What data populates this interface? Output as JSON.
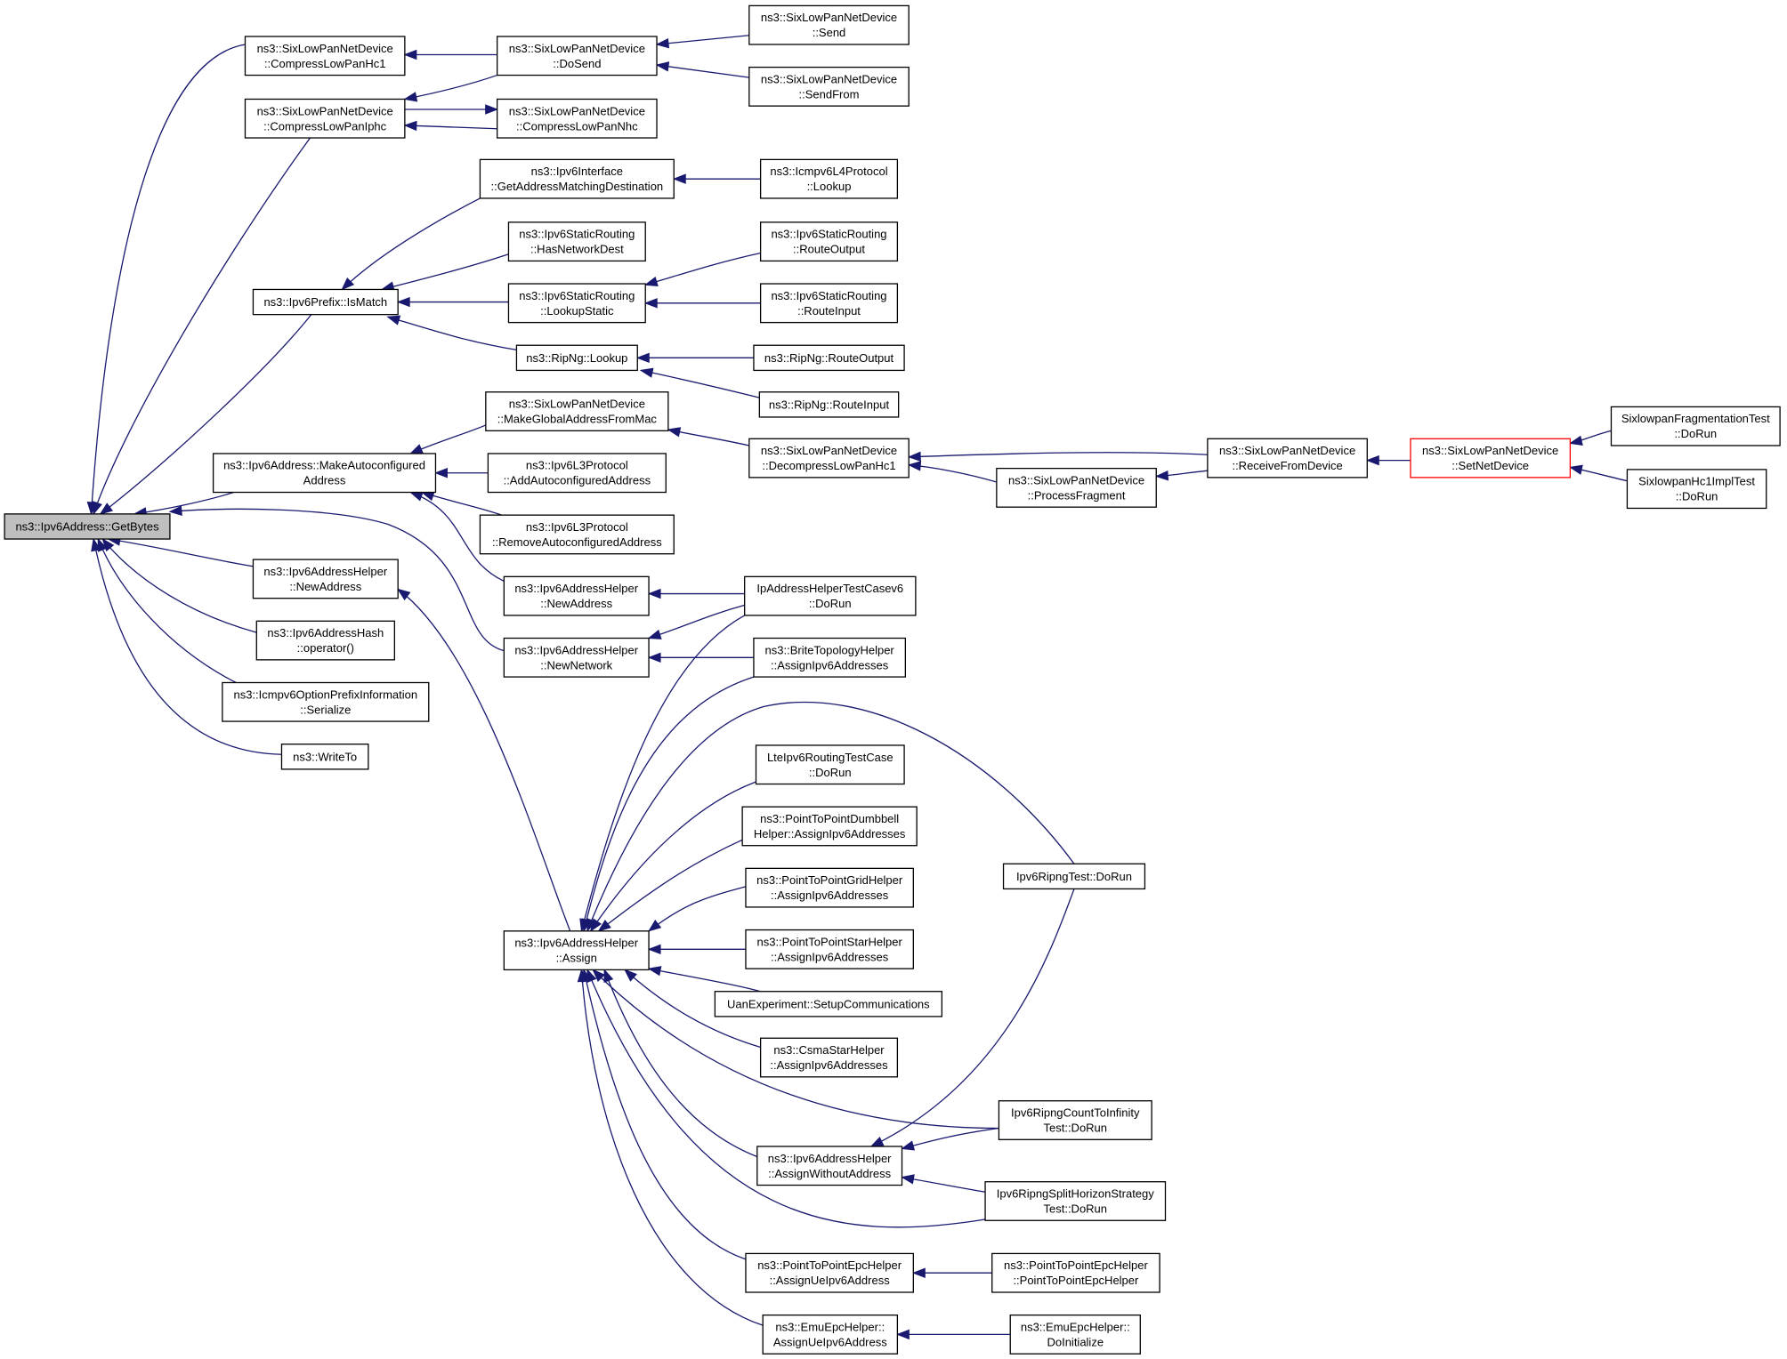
{
  "colors": {
    "edge": "#191970",
    "root_fill": "#bfbfbf",
    "highlight_border": "#ff0000"
  },
  "nodes": [
    {
      "id": "getbytes",
      "lines": [
        "ns3::Ipv6Address::GetBytes"
      ],
      "style": "root"
    },
    {
      "id": "compresshc1",
      "lines": [
        "ns3::SixLowPanNetDevice",
        "::CompressLowPanHc1"
      ]
    },
    {
      "id": "compressiphc",
      "lines": [
        "ns3::SixLowPanNetDevice",
        "::CompressLowPanIphc"
      ]
    },
    {
      "id": "ismatch",
      "lines": [
        "ns3::Ipv6Prefix::IsMatch"
      ]
    },
    {
      "id": "makeautoconf",
      "lines": [
        "ns3::Ipv6Address::MakeAutoconfigured",
        "Address"
      ]
    },
    {
      "id": "helper_newaddr1",
      "lines": [
        "ns3::Ipv6AddressHelper",
        "::NewAddress"
      ]
    },
    {
      "id": "hash_op",
      "lines": [
        "ns3::Ipv6AddressHash",
        "::operator()"
      ]
    },
    {
      "id": "icmp_serialize",
      "lines": [
        "ns3::Icmpv6OptionPrefixInformation",
        "::Serialize"
      ]
    },
    {
      "id": "writeto",
      "lines": [
        "ns3::WriteTo"
      ]
    },
    {
      "id": "dosend",
      "lines": [
        "ns3::SixLowPanNetDevice",
        "::DoSend"
      ]
    },
    {
      "id": "compressnhc",
      "lines": [
        "ns3::SixLowPanNetDevice",
        "::CompressLowPanNhc"
      ]
    },
    {
      "id": "getaddrmatch",
      "lines": [
        "ns3::Ipv6Interface",
        "::GetAddressMatchingDestination"
      ]
    },
    {
      "id": "hasnetdest",
      "lines": [
        "ns3::Ipv6StaticRouting",
        "::HasNetworkDest"
      ]
    },
    {
      "id": "lookupstatic",
      "lines": [
        "ns3::Ipv6StaticRouting",
        "::LookupStatic"
      ]
    },
    {
      "id": "ripng_lookup",
      "lines": [
        "ns3::RipNg::Lookup"
      ]
    },
    {
      "id": "makeglobal",
      "lines": [
        "ns3::SixLowPanNetDevice",
        "::MakeGlobalAddressFromMac"
      ]
    },
    {
      "id": "addautoconf",
      "lines": [
        "ns3::Ipv6L3Protocol",
        "::AddAutoconfiguredAddress"
      ]
    },
    {
      "id": "removeautoconf",
      "lines": [
        "ns3::Ipv6L3Protocol",
        "::RemoveAutoconfiguredAddress"
      ]
    },
    {
      "id": "helper_newaddr2",
      "lines": [
        "ns3::Ipv6AddressHelper",
        "::NewAddress"
      ]
    },
    {
      "id": "newnetwork",
      "lines": [
        "ns3::Ipv6AddressHelper",
        "::NewNetwork"
      ]
    },
    {
      "id": "assign",
      "lines": [
        "ns3::Ipv6AddressHelper",
        "::Assign"
      ]
    },
    {
      "id": "send",
      "lines": [
        "ns3::SixLowPanNetDevice",
        "::Send"
      ]
    },
    {
      "id": "sendfrom",
      "lines": [
        "ns3::SixLowPanNetDevice",
        "::SendFrom"
      ]
    },
    {
      "id": "icmpv6l4_lookup",
      "lines": [
        "ns3::Icmpv6L4Protocol",
        "::Lookup"
      ]
    },
    {
      "id": "routeoutput",
      "lines": [
        "ns3::Ipv6StaticRouting",
        "::RouteOutput"
      ]
    },
    {
      "id": "routeinput",
      "lines": [
        "ns3::Ipv6StaticRouting",
        "::RouteInput"
      ]
    },
    {
      "id": "ripng_routeoutput",
      "lines": [
        "ns3::RipNg::RouteOutput"
      ]
    },
    {
      "id": "ripng_routeinput",
      "lines": [
        "ns3::RipNg::RouteInput"
      ]
    },
    {
      "id": "decompresshc1",
      "lines": [
        "ns3::SixLowPanNetDevice",
        "::DecompressLowPanHc1"
      ]
    },
    {
      "id": "processfragment",
      "lines": [
        "ns3::SixLowPanNetDevice",
        "::ProcessFragment"
      ]
    },
    {
      "id": "receivefromdevice",
      "lines": [
        "ns3::SixLowPanNetDevice",
        "::ReceiveFromDevice"
      ]
    },
    {
      "id": "setnetdevice",
      "lines": [
        "ns3::SixLowPanNetDevice",
        "::SetNetDevice"
      ],
      "style": "red"
    },
    {
      "id": "fragtest",
      "lines": [
        "SixlowpanFragmentationTest",
        "::DoRun"
      ]
    },
    {
      "id": "hc1test",
      "lines": [
        "SixlowpanHc1ImplTest",
        "::DoRun"
      ]
    },
    {
      "id": "iphelpertest",
      "lines": [
        "IpAddressHelperTestCasev6",
        "::DoRun"
      ]
    },
    {
      "id": "brite",
      "lines": [
        "ns3::BriteTopologyHelper",
        "::AssignIpv6Addresses"
      ]
    },
    {
      "id": "lteipv6",
      "lines": [
        "LteIpv6RoutingTestCase",
        "::DoRun"
      ]
    },
    {
      "id": "p2pdumbbell",
      "lines": [
        "ns3::PointToPointDumbbell",
        "Helper::AssignIpv6Addresses"
      ]
    },
    {
      "id": "p2pgrid",
      "lines": [
        "ns3::PointToPointGridHelper",
        "::AssignIpv6Addresses"
      ]
    },
    {
      "id": "p2pstar",
      "lines": [
        "ns3::PointToPointStarHelper",
        "::AssignIpv6Addresses"
      ]
    },
    {
      "id": "uan",
      "lines": [
        "UanExperiment::SetupCommunications"
      ]
    },
    {
      "id": "csmastar",
      "lines": [
        "ns3::CsmaStarHelper",
        "::AssignIpv6Addresses"
      ]
    },
    {
      "id": "assignwithout",
      "lines": [
        "ns3::Ipv6AddressHelper",
        "::AssignWithoutAddress"
      ]
    },
    {
      "id": "p2pepc_assign",
      "lines": [
        "ns3::PointToPointEpcHelper",
        "::AssignUeIpv6Address"
      ]
    },
    {
      "id": "emuepc_assign",
      "lines": [
        "ns3::EmuEpcHelper::",
        "AssignUeIpv6Address"
      ]
    },
    {
      "id": "ripngtest",
      "lines": [
        "Ipv6RipngTest::DoRun"
      ]
    },
    {
      "id": "ripngcount",
      "lines": [
        "Ipv6RipngCountToInfinity",
        "Test::DoRun"
      ]
    },
    {
      "id": "ripngsplit",
      "lines": [
        "Ipv6RipngSplitHorizonStrategy",
        "Test::DoRun"
      ]
    },
    {
      "id": "p2pepc_ctor",
      "lines": [
        "ns3::PointToPointEpcHelper",
        "::PointToPointEpcHelper"
      ]
    },
    {
      "id": "emuepc_init",
      "lines": [
        "ns3::EmuEpcHelper::",
        "DoInitialize"
      ]
    }
  ],
  "edges": [
    [
      "compresshc1",
      "getbytes"
    ],
    [
      "compressiphc",
      "getbytes"
    ],
    [
      "ismatch",
      "getbytes"
    ],
    [
      "makeautoconf",
      "getbytes"
    ],
    [
      "helper_newaddr1",
      "getbytes"
    ],
    [
      "hash_op",
      "getbytes"
    ],
    [
      "icmp_serialize",
      "getbytes"
    ],
    [
      "writeto",
      "getbytes"
    ],
    [
      "newnetwork",
      "getbytes"
    ],
    [
      "dosend",
      "compresshc1"
    ],
    [
      "dosend",
      "compressiphc"
    ],
    [
      "compressnhc",
      "compressiphc"
    ],
    [
      "compressiphc",
      "compressnhc"
    ],
    [
      "send",
      "dosend"
    ],
    [
      "sendfrom",
      "dosend"
    ],
    [
      "getaddrmatch",
      "ismatch"
    ],
    [
      "hasnetdest",
      "ismatch"
    ],
    [
      "lookupstatic",
      "ismatch"
    ],
    [
      "ripng_lookup",
      "ismatch"
    ],
    [
      "icmpv6l4_lookup",
      "getaddrmatch"
    ],
    [
      "routeoutput",
      "lookupstatic"
    ],
    [
      "routeinput",
      "lookupstatic"
    ],
    [
      "ripng_routeoutput",
      "ripng_lookup"
    ],
    [
      "ripng_routeinput",
      "ripng_lookup"
    ],
    [
      "makeglobal",
      "makeautoconf"
    ],
    [
      "addautoconf",
      "makeautoconf"
    ],
    [
      "removeautoconf",
      "makeautoconf"
    ],
    [
      "helper_newaddr2",
      "makeautoconf"
    ],
    [
      "decompresshc1",
      "makeglobal"
    ],
    [
      "processfragment",
      "decompresshc1"
    ],
    [
      "receivefromdevice",
      "decompresshc1"
    ],
    [
      "receivefromdevice",
      "processfragment"
    ],
    [
      "setnetdevice",
      "receivefromdevice"
    ],
    [
      "fragtest",
      "setnetdevice"
    ],
    [
      "hc1test",
      "setnetdevice"
    ],
    [
      "iphelpertest",
      "helper_newaddr2"
    ],
    [
      "iphelpertest",
      "newnetwork"
    ],
    [
      "brite",
      "newnetwork"
    ],
    [
      "assign",
      "helper_newaddr1"
    ],
    [
      "iphelpertest",
      "assign"
    ],
    [
      "brite",
      "assign"
    ],
    [
      "ripngtest",
      "assign"
    ],
    [
      "lteipv6",
      "assign"
    ],
    [
      "p2pdumbbell",
      "assign"
    ],
    [
      "p2pgrid",
      "assign"
    ],
    [
      "p2pstar",
      "assign"
    ],
    [
      "uan",
      "assign"
    ],
    [
      "csmastar",
      "assign"
    ],
    [
      "ripngcount",
      "assign"
    ],
    [
      "assignwithout",
      "assign"
    ],
    [
      "ripngsplit",
      "assign"
    ],
    [
      "p2pepc_assign",
      "assign"
    ],
    [
      "emuepc_assign",
      "assign"
    ],
    [
      "ripngtest",
      "assignwithout"
    ],
    [
      "ripngcount",
      "assignwithout"
    ],
    [
      "ripngsplit",
      "assignwithout"
    ],
    [
      "p2pepc_ctor",
      "p2pepc_assign"
    ],
    [
      "emuepc_init",
      "emuepc_assign"
    ]
  ]
}
